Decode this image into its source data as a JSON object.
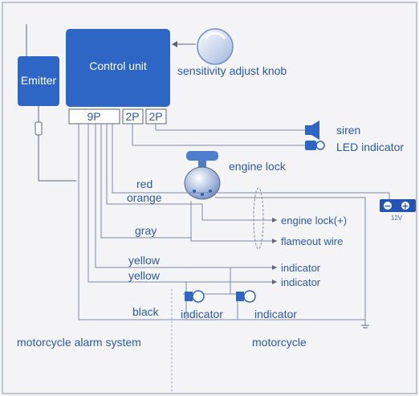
{
  "control_unit": {
    "label": "Control unit"
  },
  "emitter": {
    "label": "Emitter"
  },
  "knob": {
    "label": "sensitivity adjust knob"
  },
  "connectors": {
    "main": "9P",
    "second": "2P",
    "third": "2P"
  },
  "outputs": {
    "siren": "siren",
    "led": "LED indicator",
    "engine_lock_device": "engine lock"
  },
  "wires": {
    "red": "red",
    "orange": "orange",
    "gray": "gray",
    "yellow_1": "yellow",
    "yellow_2": "yellow",
    "black": "black"
  },
  "terminals": {
    "engine_lock_plus": "engine lock(+)",
    "flameout": "flameout wire",
    "indicator_1": "indicator",
    "indicator_2": "indicator"
  },
  "bulbs": {
    "bulb_1": "indicator",
    "bulb_2": "indicator"
  },
  "battery": {
    "minus": "−",
    "plus": "+",
    "voltage": "12V"
  },
  "sections": {
    "left": "motorcycle alarm system",
    "right": "motorcycle"
  },
  "colors": {
    "panel_blue": "#2e66c6",
    "text_blue": "#2a5aa8",
    "battery_blue": "#2453b3"
  }
}
